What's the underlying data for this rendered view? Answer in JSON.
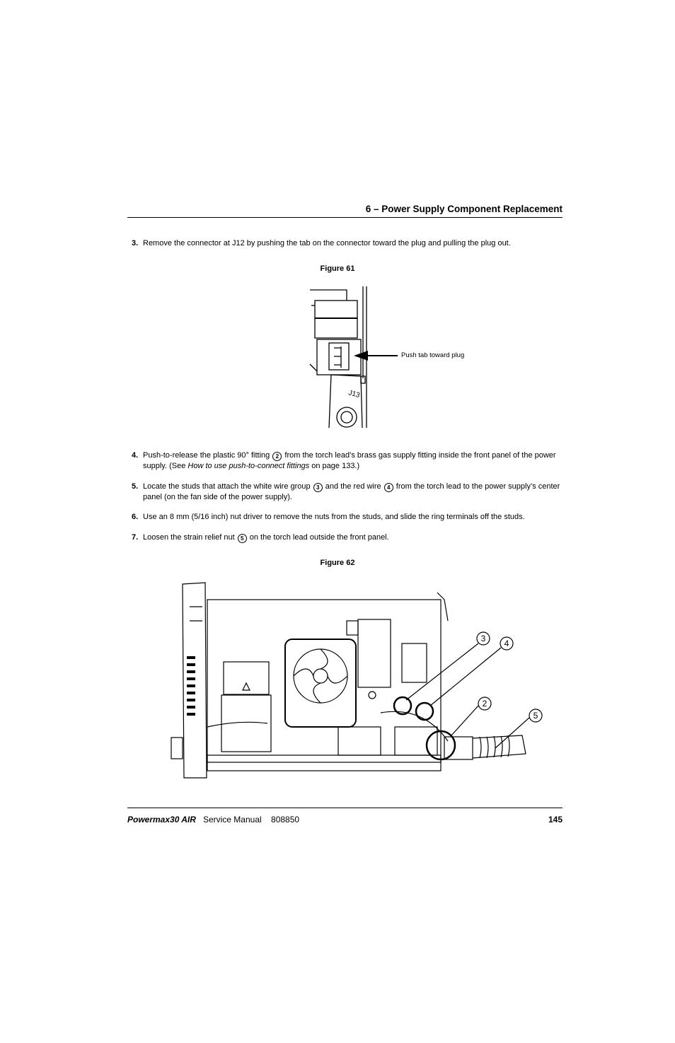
{
  "header": {
    "title": "6 – Power Supply Component Replacement"
  },
  "steps": [
    {
      "num": "3.",
      "parts": [
        "Remove the connector at J12 by pushing the tab on the connector toward the plug and pulling the plug out."
      ]
    },
    {
      "num": "4.",
      "a": "Push-to-release the plastic 90° fitting",
      "c1": "2",
      "b": "from the torch lead’s brass gas supply fitting inside the front panel of the power supply. (See",
      "link": "How to use push-to-connect fittings",
      "d": "on page 133.)"
    },
    {
      "num": "5.",
      "a": "Locate the studs that attach the white wire group",
      "c1": "3",
      "b": "and the red wire",
      "c2": "4",
      "d": "from the torch lead to the power supply’s center panel (on the fan side of the power supply)."
    },
    {
      "num": "6.",
      "a": "Use an 8 mm (5/16 inch) nut driver to remove the nuts from the studs, and slide the ring terminals off the studs."
    },
    {
      "num": "7.",
      "a": "Loosen the strain relief nut",
      "c1": "5",
      "b": "on the torch lead outside the front panel."
    }
  ],
  "figure61": {
    "caption": "Figure 61",
    "callout": "Push tab toward plug",
    "board_label": "J13"
  },
  "figure62": {
    "caption": "Figure 62",
    "callouts": [
      "3",
      "4",
      "2",
      "5"
    ]
  },
  "footer": {
    "brand": "Powermax30 AIR",
    "doc": "Service Manual",
    "part": "808850",
    "page": "145"
  }
}
